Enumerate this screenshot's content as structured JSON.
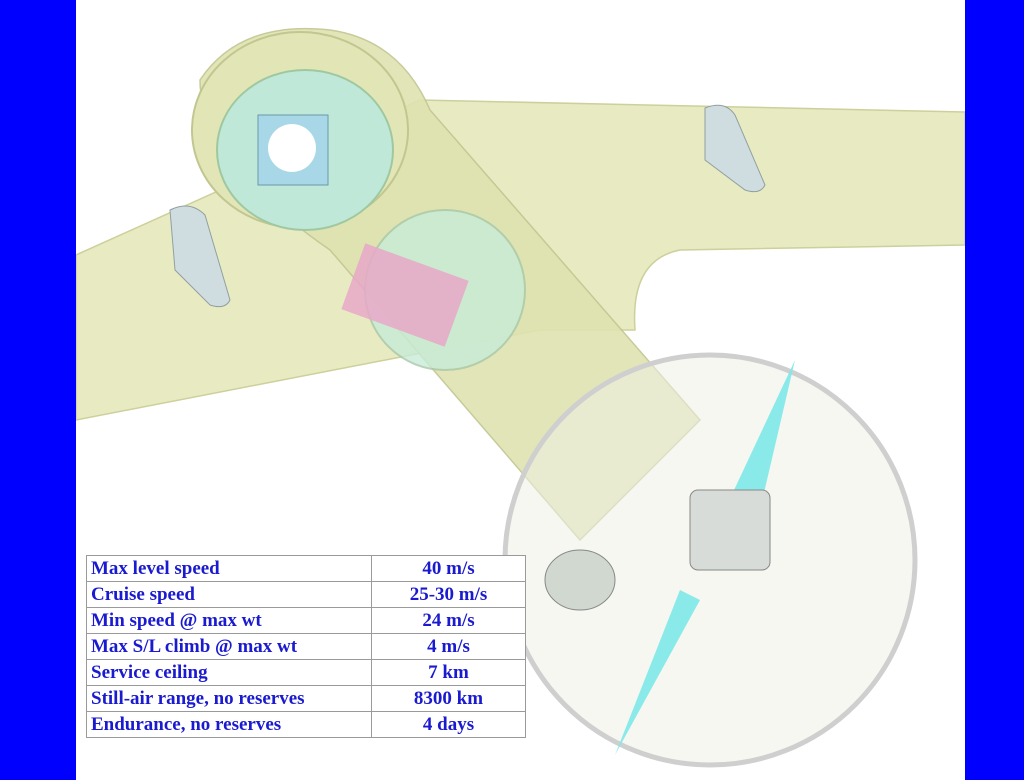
{
  "specs": [
    {
      "label": "Max level speed",
      "value": "40 m/s"
    },
    {
      "label": "Cruise speed",
      "value": "25-30 m/s"
    },
    {
      "label": "Min speed @ max wt",
      "value": "24 m/s"
    },
    {
      "label": "Max S/L climb @ max wt",
      "value": "4 m/s"
    },
    {
      "label": "Service ceiling",
      "value": "7 km"
    },
    {
      "label": "Still-air range, no reserves",
      "value": "8300 km"
    },
    {
      "label": "Endurance, no reserves",
      "value": "4 days"
    }
  ],
  "colors": {
    "frame": "#0000ff",
    "text": "#1a1ad0",
    "airframe": "#e4e6b8",
    "propeller": "#7ee8e8"
  }
}
